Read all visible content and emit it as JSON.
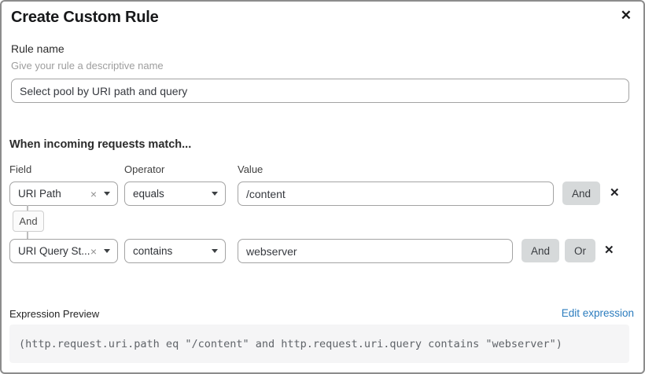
{
  "dialog": {
    "title": "Create Custom Rule"
  },
  "icons": {
    "close": "✕",
    "remove_row": "✕",
    "clear_selection": "×"
  },
  "rule_name": {
    "label": "Rule name",
    "hint": "Give your rule a descriptive name",
    "value": "Select pool by URI path and query"
  },
  "matcher": {
    "section_title": "When incoming requests match...",
    "column_headers": {
      "field": "Field",
      "operator": "Operator",
      "value": "Value"
    },
    "connector_label": "And",
    "buttons": {
      "and": "And",
      "or": "Or"
    },
    "rows": [
      {
        "field": "URI Path",
        "operator": "equals",
        "value": "/content"
      },
      {
        "field": "URI Query St...",
        "operator": "contains",
        "value": "webserver"
      }
    ]
  },
  "expression_preview": {
    "label": "Expression Preview",
    "edit_link": "Edit expression",
    "expression": "(http.request.uri.path eq \"/content\" and http.request.uri.query contains \"webserver\")"
  },
  "colors": {
    "link": "#2b7cbe",
    "button_gray": "#d6d9da",
    "border_gray": "#a3a3a3",
    "code_background": "#f5f5f6"
  }
}
